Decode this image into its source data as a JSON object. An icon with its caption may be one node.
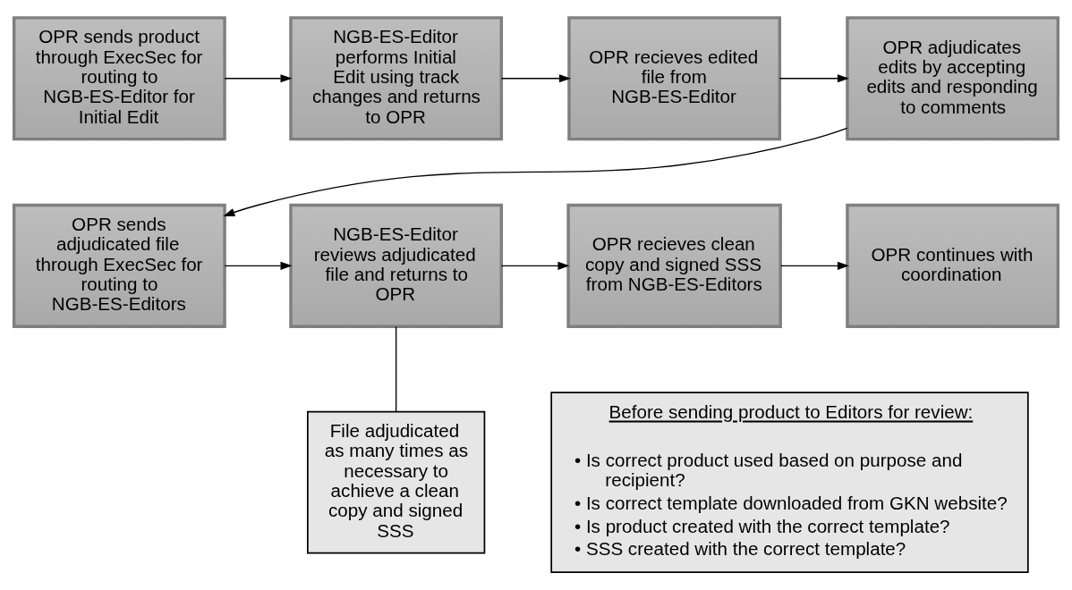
{
  "diagram": {
    "nodes": [
      {
        "text": [
          "OPR sends product through ExecSec for routing to NGB-ES-Editor for Initial Edit"
        ]
      },
      {
        "text": [
          "NGB-ES-Editor performs Initial Edit using track changes and returns to OPR"
        ]
      },
      {
        "text": [
          "OPR recieves edited file from NGB-ES-Editor"
        ]
      },
      {
        "text": [
          "OPR adjudicates edits by accepting edits and responding to comments"
        ]
      },
      {
        "text": [
          "OPR sends adjudicated file through ExecSec for routing to NGB-ES-Editors"
        ]
      },
      {
        "text": [
          "NGB-ES-Editor reviews adjudicated file and returns to OPR"
        ]
      },
      {
        "text": [
          "OPR recieves clean copy and signed SSS from NGB-ES-Editors"
        ]
      },
      {
        "text": [
          "OPR continues with coordination"
        ]
      },
      {
        "text": [
          "File adjudicated as many times as necessary to achieve a clean copy and signed SSS"
        ]
      },
      {
        "text": [
          "Before sending product to Editors for review:",
          "• Is correct product used based on purpose and recipient?",
          "• Is correct template downloaded from GKN website?",
          "• Is product created with the correct template?",
          "• SSS created with the correct template?"
        ]
      }
    ],
    "edges": [
      {
        "from": 0,
        "to": 1,
        "arrow": "to"
      },
      {
        "from": 1,
        "to": 2,
        "arrow": "to"
      },
      {
        "from": 2,
        "to": 3,
        "arrow": "to"
      },
      {
        "from": 3,
        "to": 4,
        "arrow": "to"
      },
      {
        "from": 4,
        "to": 5,
        "arrow": "to"
      },
      {
        "from": 5,
        "to": 6,
        "arrow": "to"
      },
      {
        "from": 6,
        "to": 7,
        "arrow": "to"
      },
      {
        "from": 5,
        "to": 8,
        "arrow": "none"
      }
    ]
  }
}
